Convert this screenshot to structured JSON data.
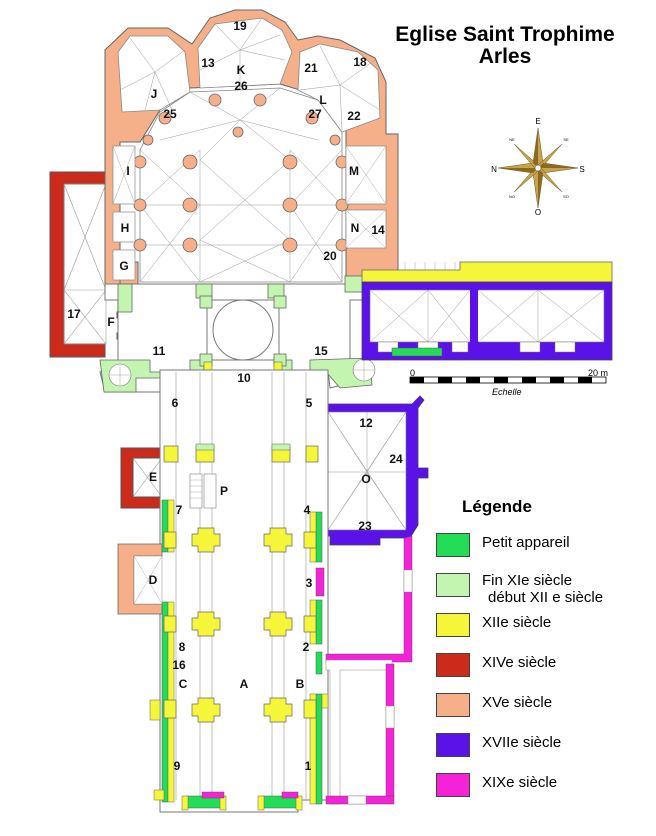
{
  "title": {
    "line1": "Eglise Saint Trophime",
    "line2": "Arles"
  },
  "legend": {
    "title": "Légende",
    "items": [
      {
        "key": "petit",
        "label": "Petit appareil",
        "color": "#22dd55"
      },
      {
        "key": "xi",
        "label": "Fin XIe siècle",
        "label2": "début XII e siècle",
        "color": "#c4f5b0"
      },
      {
        "key": "xii",
        "label": "XIIe siècle",
        "color": "#f5f53a"
      },
      {
        "key": "xiv",
        "label": "XIVe siècle",
        "color": "#cc2a1a"
      },
      {
        "key": "xv",
        "label": "XVe siècle",
        "color": "#f5b08a"
      },
      {
        "key": "xvii",
        "label": "XVIIe siècle",
        "color": "#5a12e8"
      },
      {
        "key": "xix",
        "label": "XIXe siècle",
        "color": "#f522d8"
      }
    ]
  },
  "scale": {
    "zero": "0",
    "max": "20 m",
    "caption": "Echelle"
  },
  "compass": {
    "n": "N",
    "e": "E",
    "s": "S",
    "o": "O",
    "ne": "NE",
    "se": "SE",
    "so": "SO",
    "no": "NO"
  },
  "labels": {
    "n1": "1",
    "n2": "2",
    "n3": "3",
    "n4": "4",
    "n5": "5",
    "n6": "6",
    "n7": "7",
    "n8": "8",
    "n9": "9",
    "n10": "10",
    "n11": "11",
    "n12": "12",
    "n13": "13",
    "n14": "14",
    "n15": "15",
    "n16": "16",
    "n17": "17",
    "n18": "18",
    "n19": "19",
    "n20": "20",
    "n21": "21",
    "n22": "22",
    "n23": "23",
    "n24": "24",
    "n25": "25",
    "n26": "26",
    "n27": "27",
    "A": "A",
    "B": "B",
    "C": "C",
    "D": "D",
    "E": "E",
    "F": "F",
    "G": "G",
    "H": "H",
    "I": "I",
    "J": "J",
    "K": "K",
    "L": "L",
    "M": "M",
    "N": "N",
    "O": "O",
    "P": "P"
  }
}
